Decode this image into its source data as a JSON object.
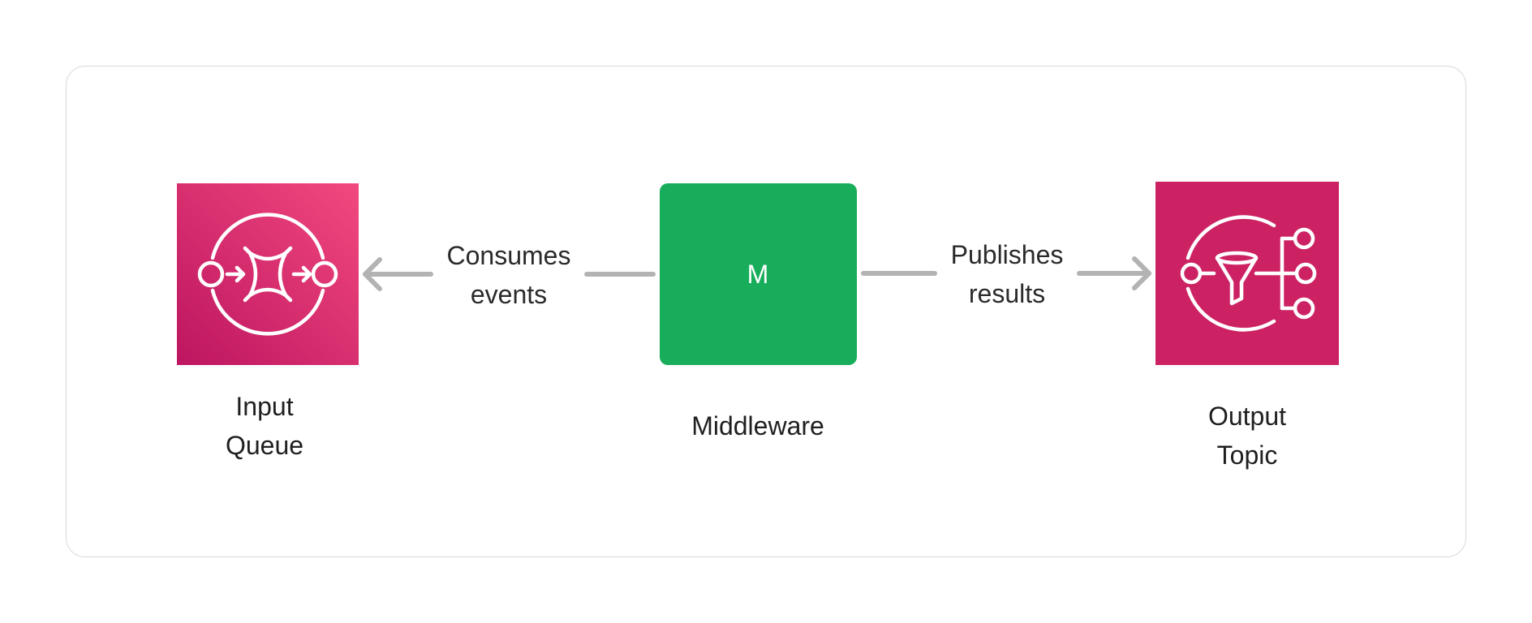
{
  "nodes": {
    "input_queue": {
      "label": "Input\nQueue",
      "icon": "sqs-queue-icon",
      "color_start": "#bd1560",
      "color_end": "#f2497f"
    },
    "middleware": {
      "label": "Middleware",
      "glyph": "M",
      "color": "#18ad5b"
    },
    "output_topic": {
      "label": "Output\nTopic",
      "icon": "sns-topic-icon",
      "color": "#cc2264"
    }
  },
  "edges": {
    "consumes": {
      "label": "Consumes\nevents",
      "from": "Middleware",
      "to": "Input Queue"
    },
    "publishes": {
      "label": "Publishes\nresults",
      "from": "Middleware",
      "to": "Output Topic"
    }
  },
  "style": {
    "edge_color": "#b3b3b3",
    "frame_border": "#d9d9d9"
  }
}
